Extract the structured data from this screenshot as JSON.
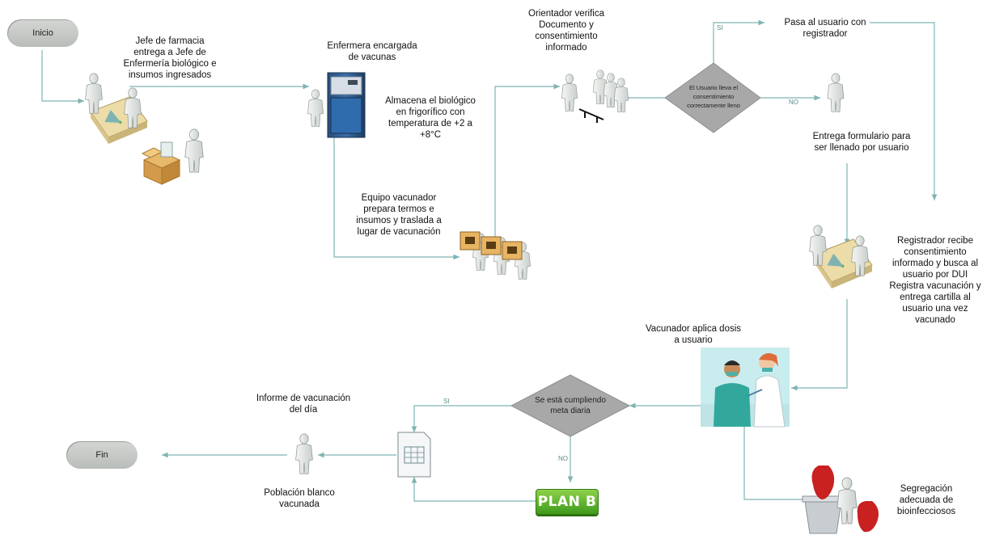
{
  "colors": {
    "connector": "#7fb3b3",
    "terminal": "#c6c9c6",
    "decision": "#a9a9a9",
    "plan_b": "#4faa22"
  },
  "nodes": {
    "inicio": "Inicio",
    "fin": "Fin",
    "jefe_farmacia": [
      "Jefe de farmacia",
      "entrega a Jefe de",
      "Enfermería biológico e",
      "insumos ingresados"
    ],
    "enfermera": [
      "Enfermera encargada",
      "de vacunas"
    ],
    "almacena": [
      "Almacena el biológico",
      "en frigorífico con",
      "temperatura de +2 a",
      "+8°C"
    ],
    "equipo_vacunador": [
      "Equipo vacunador",
      "prepara termos e",
      "insumos y traslada a",
      "lugar de vacunación"
    ],
    "orientador": [
      "Orientador verifica",
      "Documento  y",
      "consentimiento",
      "informado"
    ],
    "decision_consentimiento": [
      "El Usuario lleva el",
      "consentimiento",
      "correctamente lleno"
    ],
    "pasa_registrador": [
      "Pasa al usuario con",
      "registrador"
    ],
    "entrega_formulario": [
      "Entrega formulario para",
      "ser llenado por usuario"
    ],
    "registrador": [
      "Registrador recibe",
      "consentimiento",
      "informado y busca al",
      "usuario por DUI",
      "Registra vacunación y",
      "entrega cartilla al",
      "usuario una vez",
      "vacunado"
    ],
    "vacunador": [
      "Vacunador aplica dosis",
      "a usuario"
    ],
    "segregacion": [
      "Segregación",
      "adecuada de",
      "bioinfecciosos"
    ],
    "decision_meta": [
      "Se está cumpliendo",
      "meta diaria"
    ],
    "plan_b": "PLAN B",
    "informe": [
      "Informe de vacunación",
      "del día"
    ],
    "poblacion": [
      "Población blanco",
      "vacunada"
    ]
  },
  "edge_labels": {
    "si_1": "SI",
    "no_1": "NO",
    "si_2": "SI",
    "no_2": "NO"
  },
  "icons": [
    "person-icon",
    "desk-icon",
    "box-icon",
    "refrigerator-icon",
    "thermal-box-icon",
    "group-icon",
    "vaccination-illustration",
    "biohazard-bag-icon",
    "document-icon",
    "plan-b-badge"
  ]
}
